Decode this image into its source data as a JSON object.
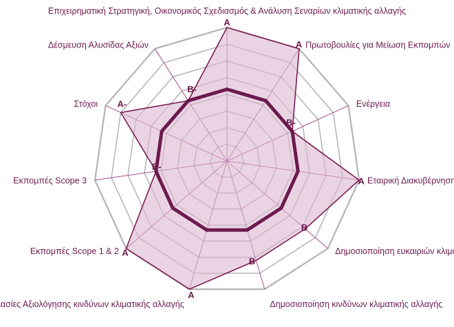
{
  "chart_data": {
    "type": "radar",
    "title": "",
    "axes": [
      "Επιχειρηματική Στρατηγική, Οικονομικός Σχεδιασμός & Ανάλυση Σεναρίων κλιματικής αλλαγής",
      "Πρωτοβουλίες για Μείωση Εκπομπών",
      "Ενέργεια",
      "Εταιρική Διακυβέρνηση",
      "Δημοσιοποίηση ευκαιριών κλιματικής αλλαγής",
      "Δημοσιοποίηση κινδύνων κλιματικής αλλαγής",
      "Διαδικασίες Αξιολόγησης κινδύνων κλιματικής αλλαγής",
      "Εκπομπές Scope 1 & 2",
      "Εκπομπές Scope 3",
      "Στόχοι",
      "Δέσμευση Αλυσίδας Αξιών"
    ],
    "scale": {
      "min": 0,
      "max": 8,
      "rings": 8
    },
    "series": [
      {
        "kind": "company",
        "grades": [
          "A",
          "A",
          "B-",
          "A",
          "B",
          "B",
          "A",
          "A",
          "B-",
          "A-",
          "B-"
        ],
        "values": [
          8,
          8,
          4.3,
          8,
          6.2,
          6.2,
          8,
          8,
          4.3,
          7,
          4.3
        ]
      },
      {
        "kind": "benchmark",
        "values": [
          4.3,
          4.3,
          4.3,
          4.3,
          4.3,
          4.3,
          4.3,
          4.3,
          4.3,
          4.3,
          4.3
        ]
      }
    ],
    "colors": {
      "grid": "#b3b3b3",
      "spoke": "#a64d8c",
      "company_fill": "#dcb8d1",
      "company_line": "#7b1d55",
      "benchmark_line": "#6b1a4e",
      "text": "#6b1a4e"
    }
  }
}
